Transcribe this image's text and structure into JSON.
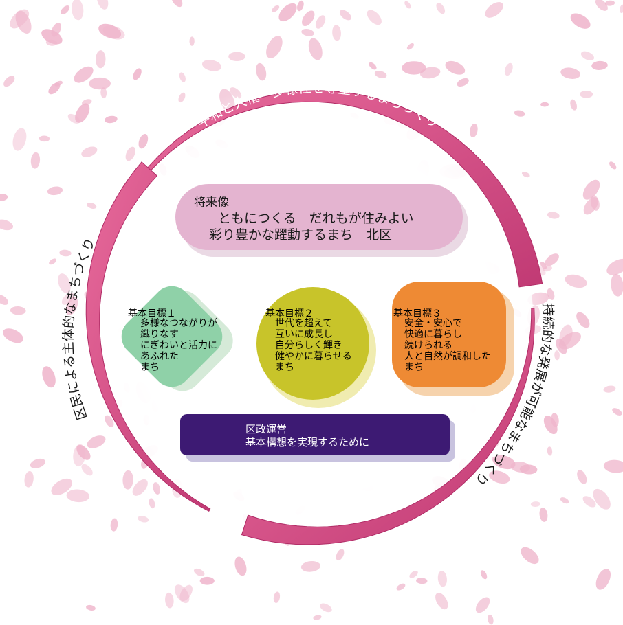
{
  "colors": {
    "ring": "#e0578f",
    "ring_dark": "#b02c66",
    "petal": "#efb6cc",
    "vision_box": "#e4b4d0",
    "goal1": "#8fd1a8",
    "goal2": "#c8c42a",
    "goal3": "#ee8a34",
    "gov_box": "#3d1a73"
  },
  "ring_labels": {
    "top": "平和と人権・多様性を尊重するまちづくり",
    "left": "区民による主体的なまちづくり",
    "right": "持続的な発展が可能なまちづくり"
  },
  "vision": {
    "heading": "将来像",
    "line1": "ともにつくる　だれもが住みよい",
    "line2": "彩り豊かな躍動するまち　北区"
  },
  "goals": [
    {
      "title": "基本目標１",
      "lines": [
        "多様なつながりが",
        "織りなす",
        "にぎわいと活力に",
        "あふれた",
        "まち"
      ]
    },
    {
      "title": "基本目標２",
      "lines": [
        "世代を超えて",
        "互いに成長し",
        "自分らしく輝き",
        "健やかに暮らせる",
        "まち"
      ]
    },
    {
      "title": "基本目標３",
      "lines": [
        "安全・安心で",
        "快適に暮らし",
        "続けられる",
        "人と自然が調和した",
        "まち"
      ]
    }
  ],
  "governance": {
    "line1": "区政運営",
    "line2": "基本構想を実現するために"
  }
}
